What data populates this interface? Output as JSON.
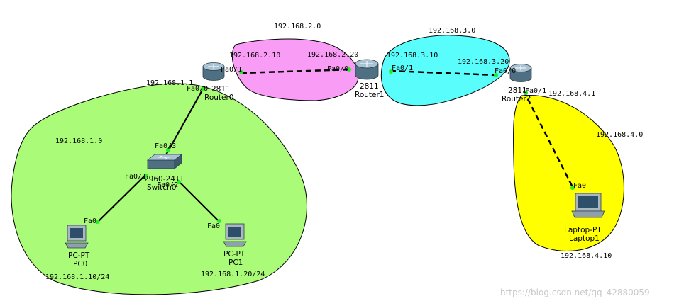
{
  "colors": {
    "lan0": "#aafc78",
    "wan_2": "#f99cf5",
    "wan_3": "#58fdfc",
    "lan4": "#ffff00",
    "port_up": "#22ee22",
    "link": "#000000"
  },
  "networks": {
    "lan0": "192.168.1.0",
    "wan_2": "192.168.2.0",
    "wan_3": "192.168.3.0",
    "lan4": "192.168.4.0"
  },
  "devices": {
    "router0": {
      "model": "2811",
      "name": "Router0",
      "icon": "router-icon"
    },
    "router1": {
      "model": "2811",
      "name": "Router1",
      "icon": "router-icon"
    },
    "router2": {
      "model": "2811",
      "name": "Router2",
      "icon": "router-icon"
    },
    "switch0": {
      "model": "2960-24TT",
      "name": "Switch0",
      "icon": "switch-icon"
    },
    "pc0": {
      "model": "PC-PT",
      "name": "PC0",
      "icon": "pc-icon"
    },
    "pc1": {
      "model": "PC-PT",
      "name": "PC1",
      "icon": "pc-icon"
    },
    "laptop1": {
      "model": "Laptop-PT",
      "name": "Laptop1",
      "icon": "laptop-icon"
    }
  },
  "ports": {
    "r0_fa01": "Fa0/1",
    "r0_fa00": "Fa0/0",
    "r1_fa00": "Fa0/0",
    "r1_fa01": "Fa0/1",
    "r2_fa00": "Fa0/0",
    "r2_fa01": "Fa0/1",
    "sw_fa03": "Fa0/3",
    "sw_fa01": "Fa0/1",
    "sw_fa02": "Fa0/2",
    "pc0_fa0": "Fa0",
    "pc1_fa0": "Fa0",
    "lap_fa0": "Fa0"
  },
  "addresses": {
    "r0_fa00": "192.168.1.1",
    "r0_fa01": "192.168.2.10",
    "r1_fa00": "192.168.2.20",
    "r1_fa01": "192.168.3.10",
    "r2_fa00": "192.168.3.20",
    "r2_fa01": "192.168.4.1",
    "pc0": "192.168.1.10/24",
    "pc1": "192.168.1.20/24",
    "laptop1": "192.168.4.10"
  },
  "watermark": "https://blog.csdn.net/qq_42880059"
}
